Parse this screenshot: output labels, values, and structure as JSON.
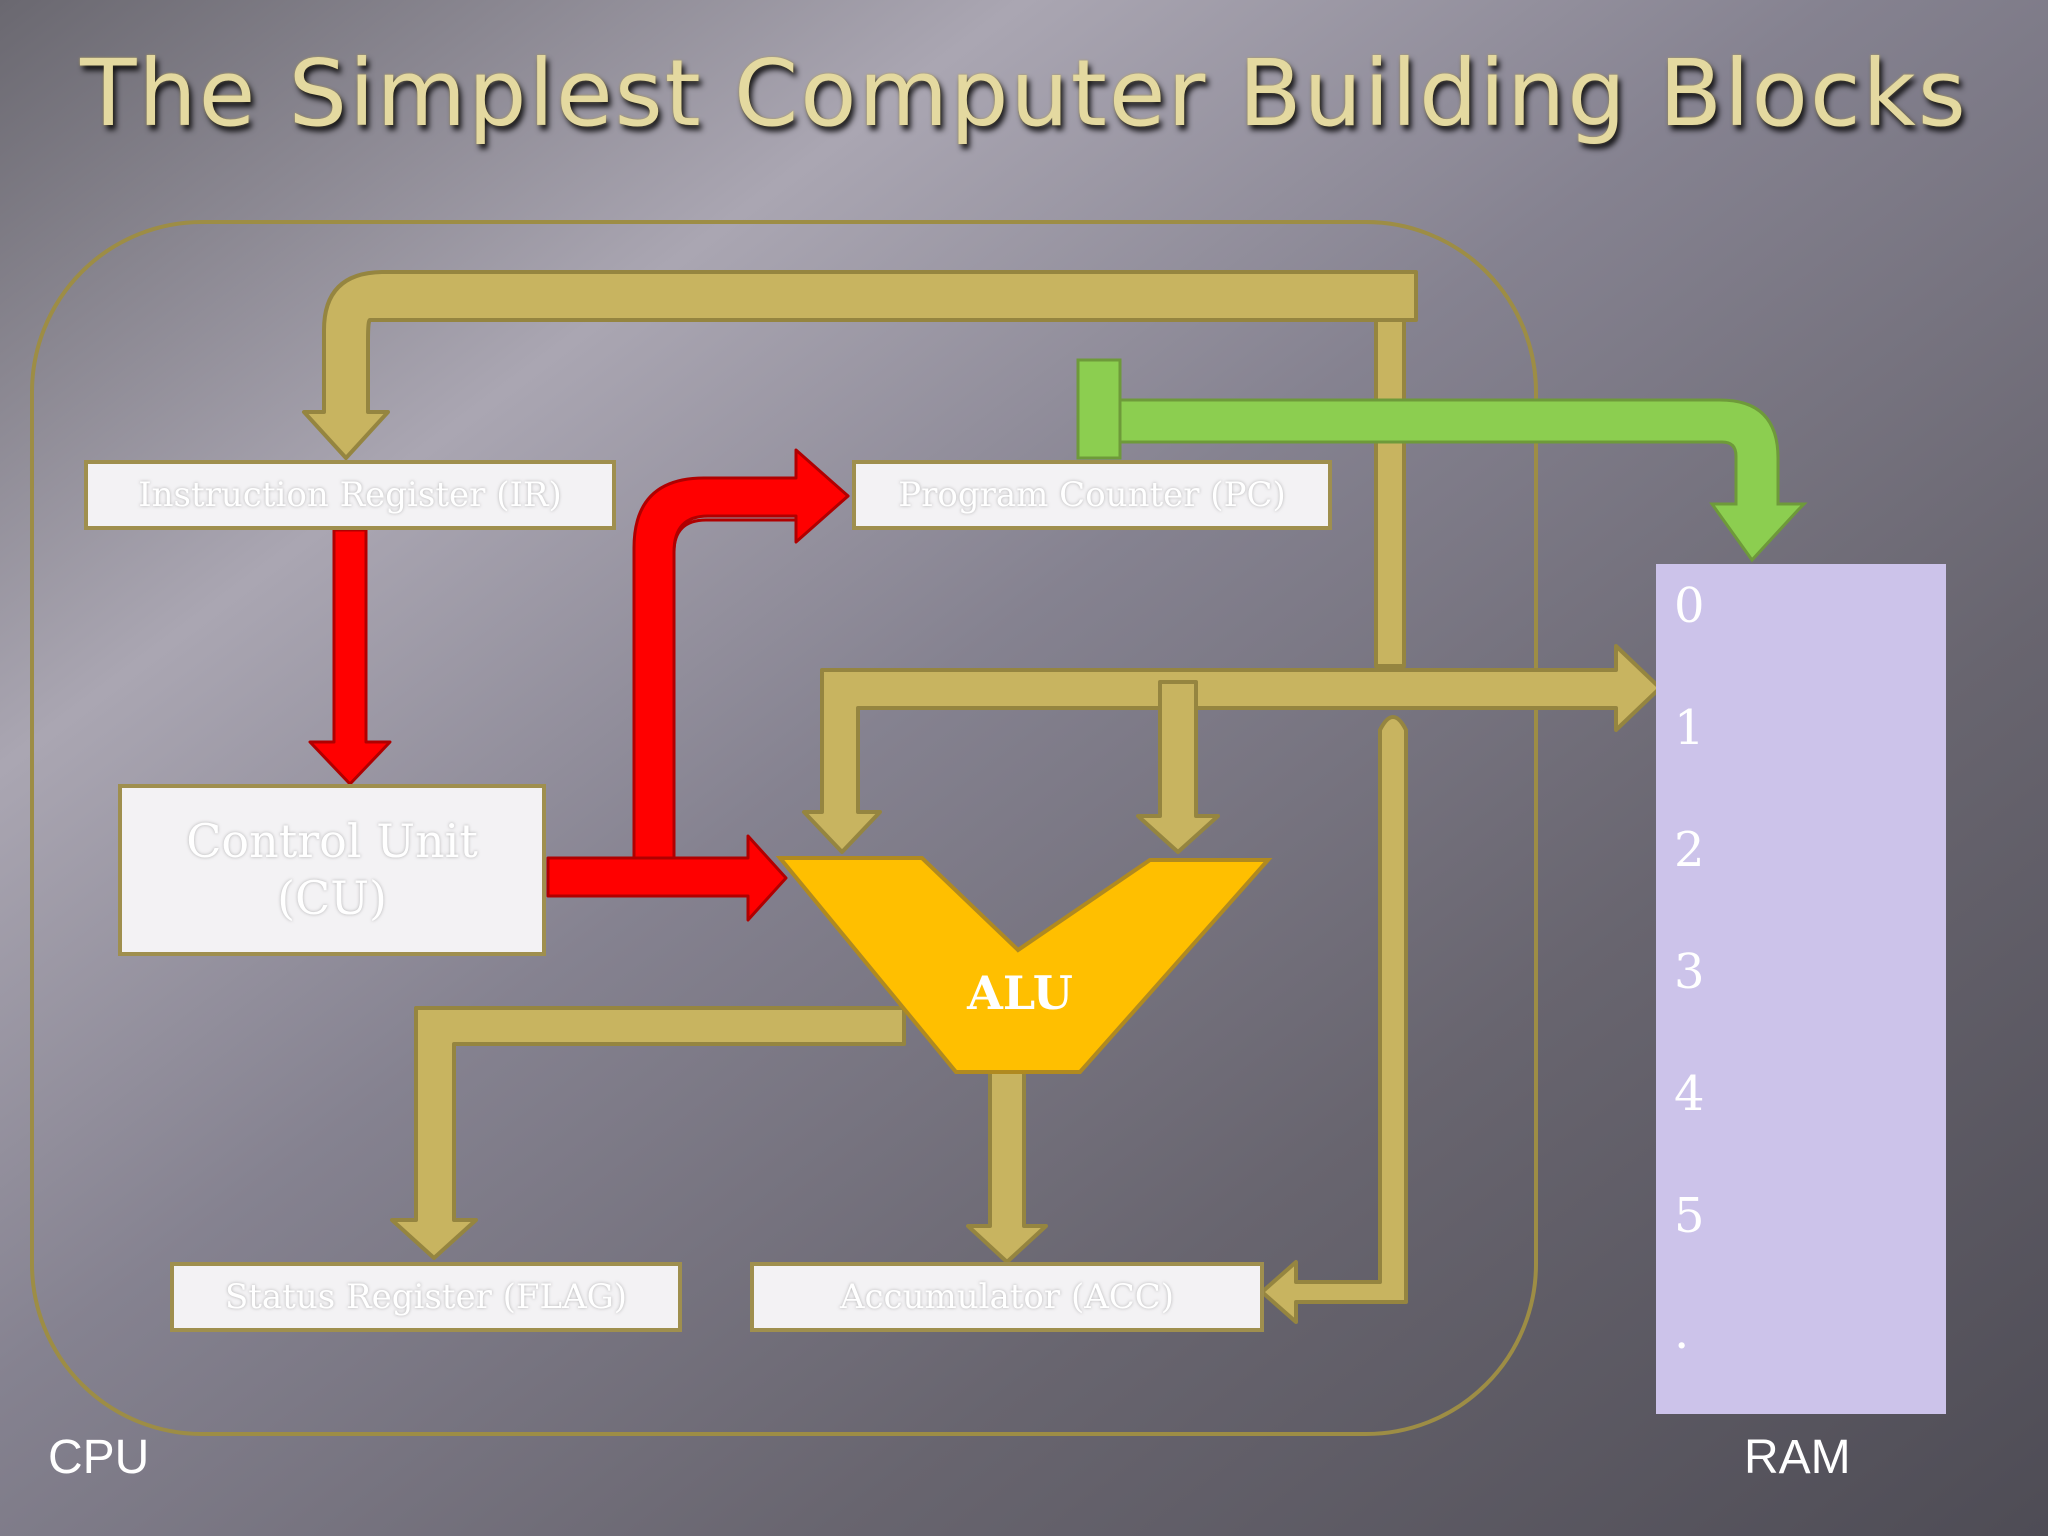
{
  "title": "The Simplest Computer  Building Blocks",
  "components": {
    "instruction_register": "Instruction Register (IR)",
    "program_counter": "Program Counter (PC)",
    "control_unit_line1": "Control Unit",
    "control_unit_line2": "(CU)",
    "alu": "ALU",
    "status_register": "Status Register (FLAG)",
    "accumulator": "Accumulator (ACC)"
  },
  "ram": {
    "addresses": [
      "0",
      "1",
      "2",
      "3",
      "4",
      "5",
      "."
    ]
  },
  "captions": {
    "cpu": "CPU",
    "ram": "RAM"
  },
  "colors": {
    "bus_tan": "#c8b460",
    "control_red": "#ff0000",
    "address_green": "#8cce50",
    "alu_orange": "#ffbf00",
    "ram_lavender": "#ccc3ea"
  }
}
